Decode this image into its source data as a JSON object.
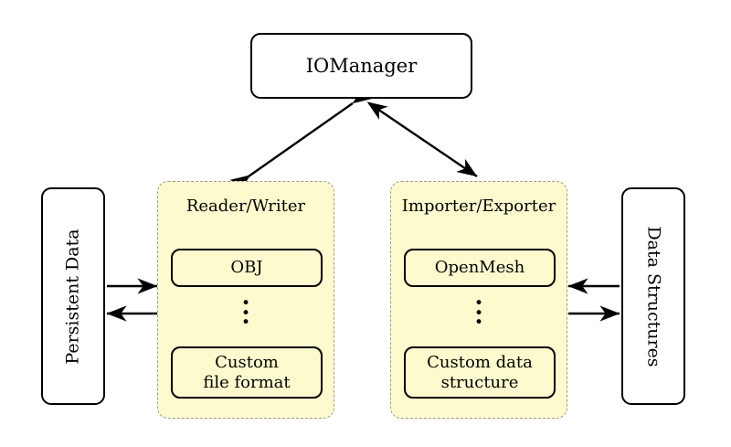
{
  "diagram": {
    "title_node": {
      "label": "IOManager"
    },
    "left_node": {
      "label": "Persistent Data"
    },
    "right_node": {
      "label": "Data Structures"
    },
    "groups": [
      {
        "name": "reader-writer",
        "title": "Reader/Writer",
        "fill": "#fdfbcd",
        "border": "#9b9b93",
        "items": [
          {
            "name": "obj",
            "label": "OBJ"
          },
          {
            "name": "custom-file-format",
            "line1": "Custom",
            "line2": "file format"
          }
        ],
        "ellipsis": "⋮"
      },
      {
        "name": "importer-exporter",
        "title": "Importer/Exporter",
        "fill": "#fdfbcd",
        "border": "#9b9b93",
        "items": [
          {
            "name": "openmesh",
            "label": "OpenMesh"
          },
          {
            "name": "custom-data-structure",
            "line1": "Custom data",
            "line2": "structure"
          }
        ],
        "ellipsis": "⋮"
      }
    ],
    "connections": [
      {
        "name": "iomanager-to-reader-writer",
        "style": "double-headed-arrow"
      },
      {
        "name": "iomanager-to-importer-exporter",
        "style": "double-headed-arrow"
      },
      {
        "name": "persistent-data-to-reader-writer",
        "style": "arrow-right"
      },
      {
        "name": "reader-writer-to-persistent-data",
        "style": "arrow-left"
      },
      {
        "name": "data-structures-to-importer-exporter",
        "style": "arrow-left"
      },
      {
        "name": "importer-exporter-to-data-structures",
        "style": "arrow-right"
      }
    ],
    "colors": {
      "stroke": "#000000",
      "group_fill": "#fdfbcd",
      "group_border": "#9b9b93",
      "background": "#ffffff"
    }
  }
}
